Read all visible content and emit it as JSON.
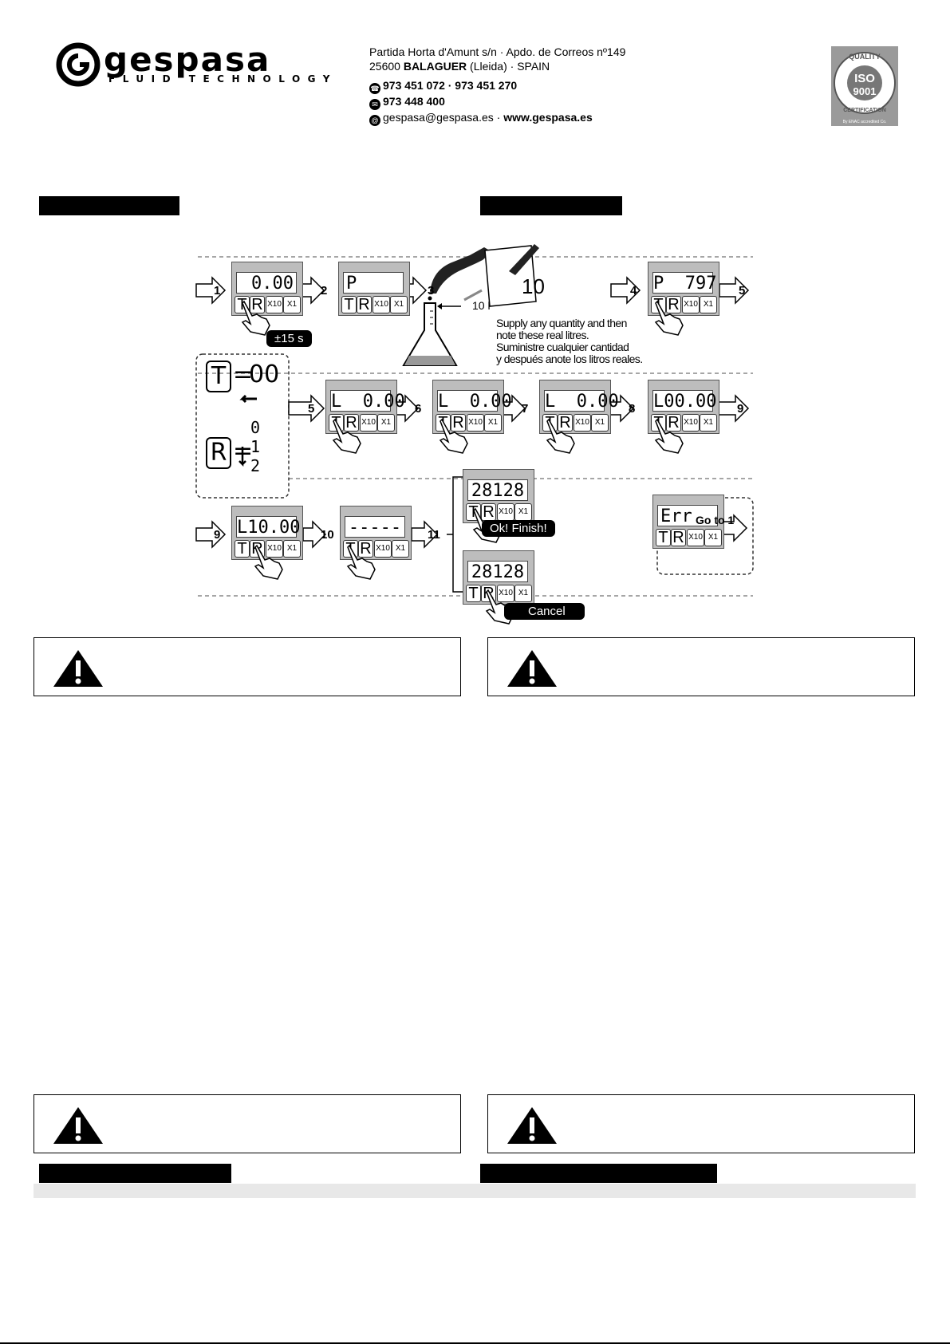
{
  "header": {
    "brand": "gespasa",
    "tagline": "FLUID TECHNOLOGY",
    "address_line1": "Partida Horta d'Amunt s/n · Apdo. de Correos nº149",
    "address_line2_pre": "25600 ",
    "address_line2_bold": "BALAGUER",
    "address_line2_post": " (Lleida) · SPAIN",
    "phone": "973 451 072 · 973 451 270",
    "fax": "973 448 400",
    "email": "gespasa@gespasa.es · ",
    "web": "www.gespasa.es",
    "iso": {
      "top": "QUALITY",
      "mid1": "ISO",
      "mid2": "9001",
      "bottom": "CERTIFICATION",
      "note": "By ENAC accredited Co."
    }
  },
  "figure": {
    "steps": [
      "1",
      "2",
      "3",
      "4",
      "5",
      "5",
      "6",
      "7",
      "8",
      "9",
      "9",
      "10",
      "11"
    ],
    "keys": {
      "t": "T",
      "r": "R",
      "x10": "X10",
      "x1": "X1"
    },
    "displays": {
      "d1": "0.00",
      "d2": "P",
      "d4": "P  797",
      "d5": "L  0.00",
      "d6": "L  0.00",
      "d7": "L  0.00",
      "d8": "L00.00",
      "d9": "L10.00",
      "d10": "-----",
      "d11a": "28128",
      "d11b": "28128",
      "err": "Err"
    },
    "hold_time": "±15 s",
    "beaker_volume": "10 l",
    "note_value": "10",
    "note_en_1": "Supply any quantity and then",
    "note_en_2": "note these real litres.",
    "note_es_1": "Suministre cualquier cantidad",
    "note_es_2": "y después anote los litros reales.",
    "legend_t": "T",
    "legend_t_eq": "=",
    "legend_t_val": "00",
    "legend_r": "R",
    "legend_r_eq": "=",
    "legend_r_vals": [
      "0",
      "1",
      "2"
    ],
    "ok_finish": "Ok!   Finish!",
    "cancel": "Cancel",
    "goto": "Go to 1"
  }
}
